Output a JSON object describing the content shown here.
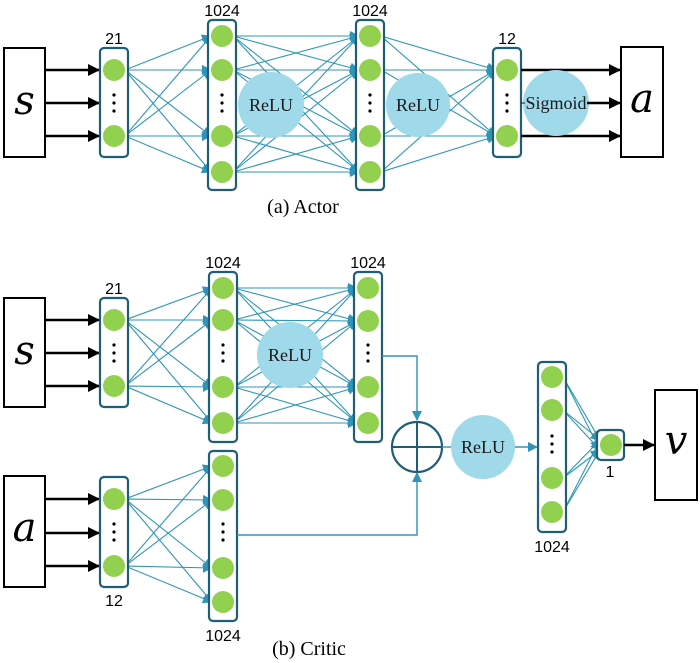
{
  "actor": {
    "caption": "(a) Actor",
    "input_label": "s",
    "output_label": "a",
    "layers": [
      {
        "id": "input",
        "size_label": "21"
      },
      {
        "id": "hidden1",
        "size_label": "1024"
      },
      {
        "id": "hidden2",
        "size_label": "1024"
      },
      {
        "id": "output",
        "size_label": "12"
      }
    ],
    "activations": [
      "ReLU",
      "ReLU",
      "Sigmoid"
    ]
  },
  "critic": {
    "caption": "(b) Critic",
    "state_input_label": "s",
    "action_input_label": "a",
    "output_label": "v",
    "state_branch": [
      {
        "id": "state-input",
        "size_label": "21"
      },
      {
        "id": "state-hidden1",
        "size_label": "1024"
      },
      {
        "id": "state-hidden2",
        "size_label": "1024"
      }
    ],
    "action_branch": [
      {
        "id": "action-input",
        "size_label": "12"
      },
      {
        "id": "action-hidden1",
        "size_label": "1024"
      }
    ],
    "merge_operator": "sum",
    "merged_layers": [
      {
        "id": "merged-hidden",
        "size_label": "1024"
      },
      {
        "id": "value-output",
        "size_label": "1"
      }
    ],
    "activations": [
      "ReLU",
      "ReLU"
    ]
  },
  "colors": {
    "node": "#92d050",
    "connection": "#2e95b8",
    "layer_border": "#1f5f75",
    "activation": "#9fd9ea"
  }
}
